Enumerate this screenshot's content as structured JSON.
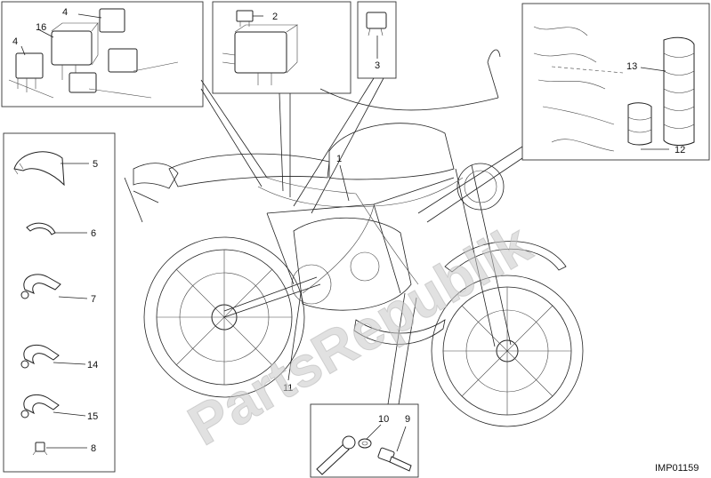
{
  "callouts": {
    "c1": "1",
    "c2": "2",
    "c3": "3",
    "c4a": "4",
    "c4b": "4",
    "c5": "5",
    "c6": "6",
    "c7": "7",
    "c8": "8",
    "c9": "9",
    "c10": "10",
    "c11": "11",
    "c12": "12",
    "c13": "13",
    "c14": "14",
    "c15": "15",
    "c16": "16"
  },
  "reference": "IMP01159",
  "watermark": "PartsRepublik",
  "icons": [
    "relay-icon",
    "fuse-icon",
    "wiring-harness-icon",
    "cable-tie-icon",
    "clamp-icon",
    "screw-icon",
    "washer-icon"
  ]
}
